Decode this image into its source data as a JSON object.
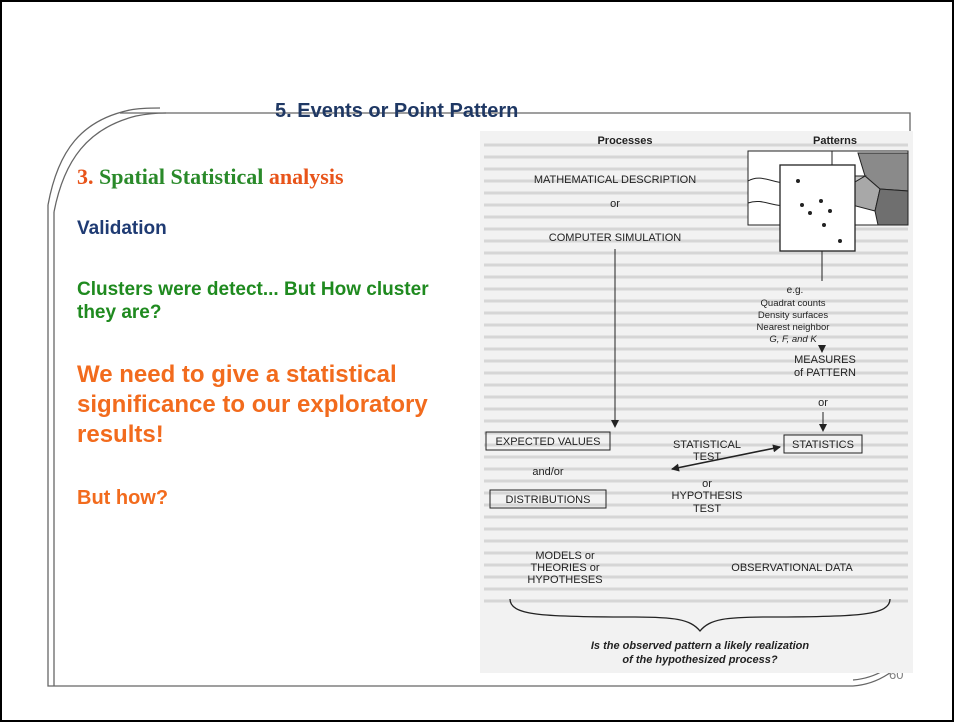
{
  "slide": {
    "title": "5. Events or Point Pattern",
    "section_heading": {
      "part1": "3. ",
      "part2": "Spatial ",
      "part3": "Statistical ",
      "part4": "analysis"
    },
    "validation": "Validation",
    "clusters_question": "Clusters were detect... But How cluster they are?",
    "statistical_need": "We need to give a statistical significance to our exploratory results!",
    "but_how": "But how?",
    "page_number": "60"
  },
  "diagram": {
    "col_processes": "Processes",
    "col_patterns": "Patterns",
    "math_description": "MATHEMATICAL DESCRIPTION",
    "or_1": "or",
    "computer_simulation": "COMPUTER SIMULATION",
    "eg": "e.g.",
    "eg_line1": "Quadrat counts",
    "eg_line2": "Density surfaces",
    "eg_line3": "Nearest neighbor",
    "eg_line4": "G, F, and K",
    "measures_1": "MEASURES",
    "measures_2": "of PATTERN",
    "or_2": "or",
    "expected_values": "EXPECTED VALUES",
    "statistical": "STATISTICAL",
    "test_1": "TEST",
    "statistics": "STATISTICS",
    "and_or": "and/or",
    "or_3": "or",
    "distributions": "DISTRIBUTIONS",
    "hypothesis": "HYPOTHESIS",
    "test_2": "TEST",
    "models_1": "MODELS or",
    "models_2": "THEORIES or",
    "models_3": "HYPOTHESES",
    "observational_data": "OBSERVATIONAL DATA",
    "question_1": "Is the observed pattern a likely realization",
    "question_2": "of the hypothesized process?"
  },
  "colors": {
    "title": "#1f3864",
    "heading_orange": "#e8541a",
    "heading_green": "#2a8a2a",
    "validation": "#1f3b73",
    "clusters": "#1f8a1f",
    "emphasis": "#f26b1d",
    "frame": "#555555"
  }
}
